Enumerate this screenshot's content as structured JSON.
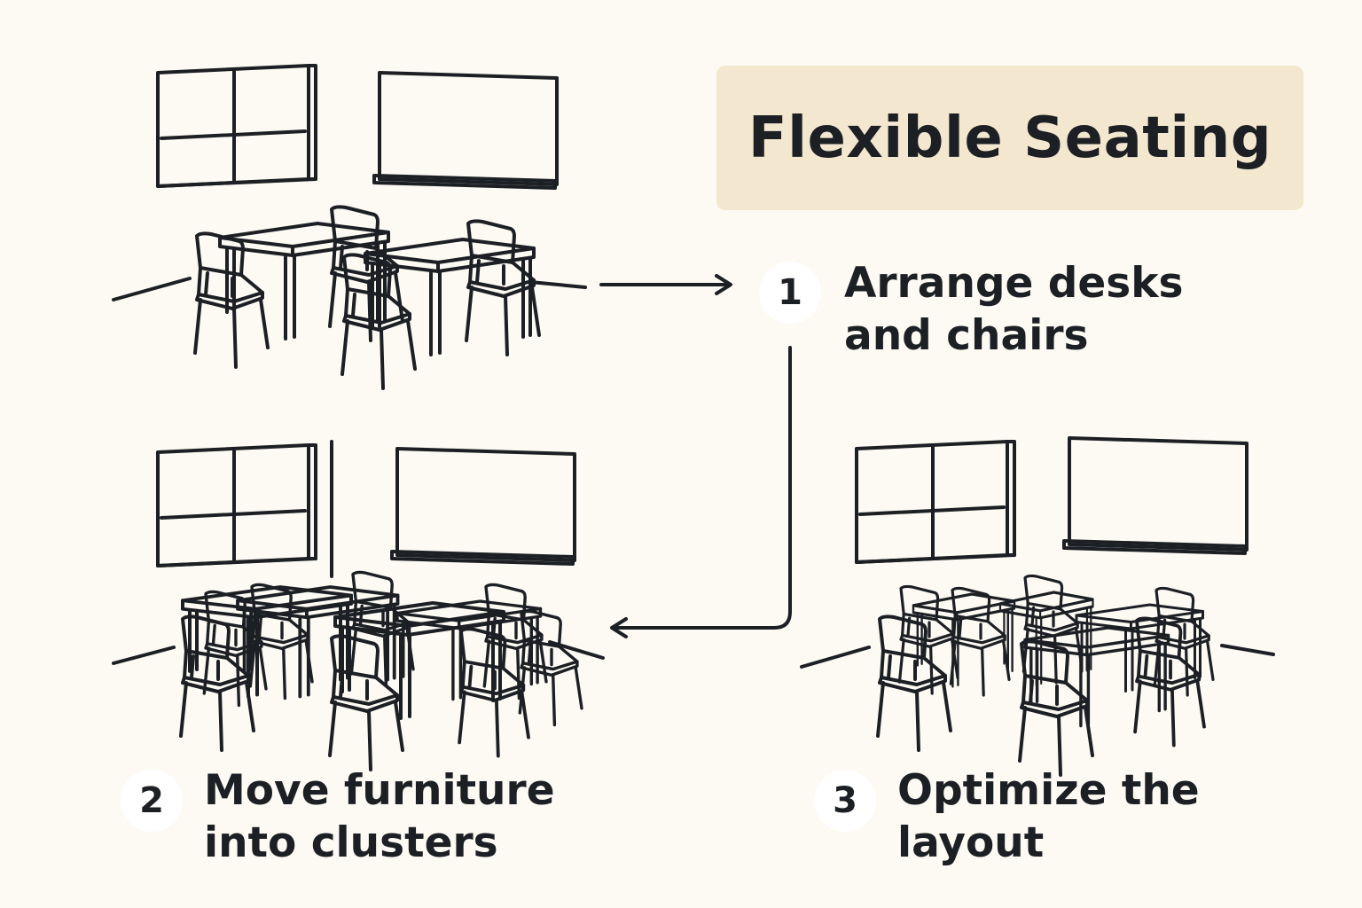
{
  "title": "Flexible Seating",
  "colors": {
    "background": "#fcfaf3",
    "title_box": "#f4e7cf",
    "ink": "#1c1f24",
    "badge": "#ffffff"
  },
  "steps": [
    {
      "number": "1",
      "line1": "Arrange desks",
      "line2": "and chairs"
    },
    {
      "number": "2",
      "line1": "Move furniture",
      "line2": "into clusters"
    },
    {
      "number": "3",
      "line1": "Optimize the",
      "line2": "layout"
    }
  ],
  "icons": [
    "window-icon",
    "whiteboard-icon",
    "desk-icon",
    "chair-icon",
    "arrow-icon"
  ]
}
